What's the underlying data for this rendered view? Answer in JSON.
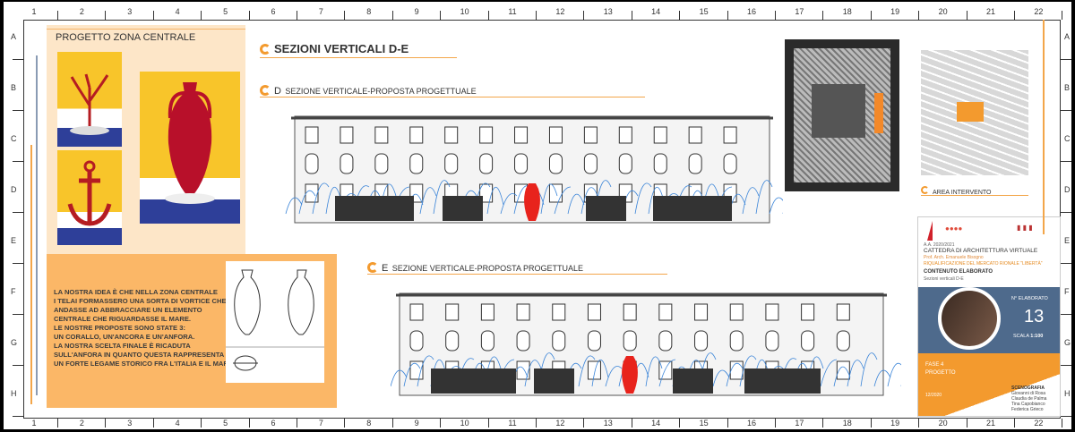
{
  "grid": {
    "columns": [
      "1",
      "2",
      "3",
      "4",
      "5",
      "6",
      "7",
      "8",
      "9",
      "10",
      "11",
      "12",
      "13",
      "14",
      "15",
      "16",
      "17",
      "18",
      "19",
      "20",
      "21",
      "22"
    ],
    "rows": [
      "A",
      "B",
      "C",
      "D",
      "E",
      "F",
      "G",
      "H"
    ]
  },
  "left_panel": {
    "title": "PROGETTO ZONA CENTRALE",
    "concepts": [
      "coral",
      "anchor",
      "amphora"
    ]
  },
  "description": {
    "lines": [
      "LA NOSTRA IDEA È CHE  NELLA ZONA CENTRALE",
      "I TELAI FORMASSERO UNA SORTA DI VORTICE CHE",
      "ANDASSE AD ABBRACCIARE UN ELEMENTO",
      "CENTRALE CHE RIGUARDASSE IL MARE.",
      "LE NOSTRE PROPOSTE SONO STATE 3:",
      "UN CORALLO, UN'ANCORA E UN'ANFORA.",
      "LA NOSTRA SCELTA FINALE È RICADUTA",
      "SULL'ANFORA IN QUANTO QUESTA RAPPRESENTA",
      "UN FORTE LEGAME STORICO FRA L'ITALIA E IL MARE."
    ]
  },
  "main_title": "SEZIONI VERTICALI D-E",
  "section_d": {
    "letter": "D",
    "title": "SEZIONE VERTICALE-PROPOSTA PROGETTUALE"
  },
  "section_e": {
    "letter": "E",
    "title": "SEZIONE VERTICALE-PROPOSTA PROGETTUALE"
  },
  "map_caption": "AREA INTERVENTO",
  "title_block": {
    "year": "A.A. 2020/2021",
    "course": "CATTEDRA DI ARCHITETTURA VIRTUALE",
    "professor": "Prof. Arch. Emanuele Bisogno",
    "project": "RIQUALIFICAZIONE DEL MERCATO RIONALE \"LIBERTÀ\"",
    "content_label": "CONTENUTO ELABORATO",
    "content": "Sezioni verticali D-E",
    "number_label": "N° ELABORATO",
    "number": "13",
    "scale_label": "SCALA",
    "scale": "1:100",
    "phase": "FASE 4",
    "phase_name": "PROGETTO",
    "date": "12/2020",
    "group_label": "SCENOGRAFIA",
    "members": [
      "Giovanni di Rosa",
      "Claudia de Palma",
      "Tina Capobianco",
      "Federica Grieco"
    ]
  },
  "colors": {
    "accent": "#f39a2e",
    "panel_light": "#fde6c8",
    "panel_orange": "#fbb767",
    "blue": "#4e6a8c",
    "amphora": "#c0102a"
  }
}
